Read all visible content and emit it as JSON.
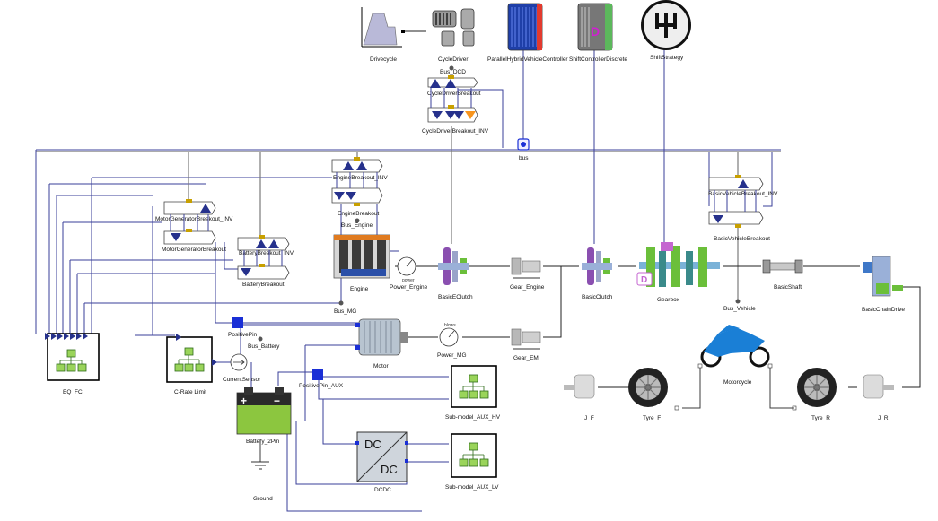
{
  "labels": {
    "drivecycle": "Drivecycle",
    "cycle_driver": "CycleDriver",
    "phev_controller": "ParallelHybridVehicleController",
    "shift_controller": "ShiftControllerDiscrete",
    "shift_strategy": "ShiftStrategy",
    "bus_dcd": "Bus_DCD",
    "cdb": "CycleDriverBreakout",
    "cdb_inv": "CycleDriverBreakout_INV",
    "bus": "bus",
    "eb_inv": "EngineBreakout_INV",
    "eb": "EngineBreakout",
    "bus_engine": "Bus_Engine",
    "mgb_inv": "MotorGeneratorBreakout_INV",
    "mgb": "MotorGeneratorBreakout",
    "bb_inv": "BatteryBreakout_INV",
    "bb": "BatteryBreakout",
    "bvb_inv": "BasicVehicleBreakout_INV",
    "bvb": "BasicVehicleBreakout",
    "engine": "Engine",
    "power_engine": "Power_Engine",
    "power_small": "power",
    "basic_eclutch": "BasicEClutch",
    "gear_engine": "Gear_Engine",
    "basic_clutch": "BasicClutch",
    "gearbox": "Gearbox",
    "basic_shaft": "BasicShaft",
    "basic_chain": "BasicChainDrive",
    "bus_mg": "Bus_MG",
    "bus_vehicle": "Bus_Vehicle",
    "eq_fc": "EQ_FC",
    "crate": "C-Rate Limit",
    "positive_pin": "PositivePin",
    "bus_battery": "Bus_Battery",
    "current_sensor": "CurrentSensor",
    "motor": "Motor",
    "power_mg": "Power_MG",
    "power_mg_small": "blows",
    "gear_em": "Gear_EM",
    "positive_pin_aux": "PositivePin_AUX",
    "sub_aux_hv": "Sub-model_AUX_HV",
    "battery": "Battery_2Pin",
    "dc1": "DC",
    "dc2": "DC",
    "dcdc": "DCDC",
    "sub_aux_lv": "Sub-model_AUX_LV",
    "ground": "Ground",
    "motorcycle": "Motorcycle",
    "jf": "J_F",
    "tyre_f": "Tyre_F",
    "tyre_r": "Tyre_R",
    "jr": "J_R",
    "batt_plus": "+",
    "batt_minus": "−",
    "d_letter": "D"
  }
}
